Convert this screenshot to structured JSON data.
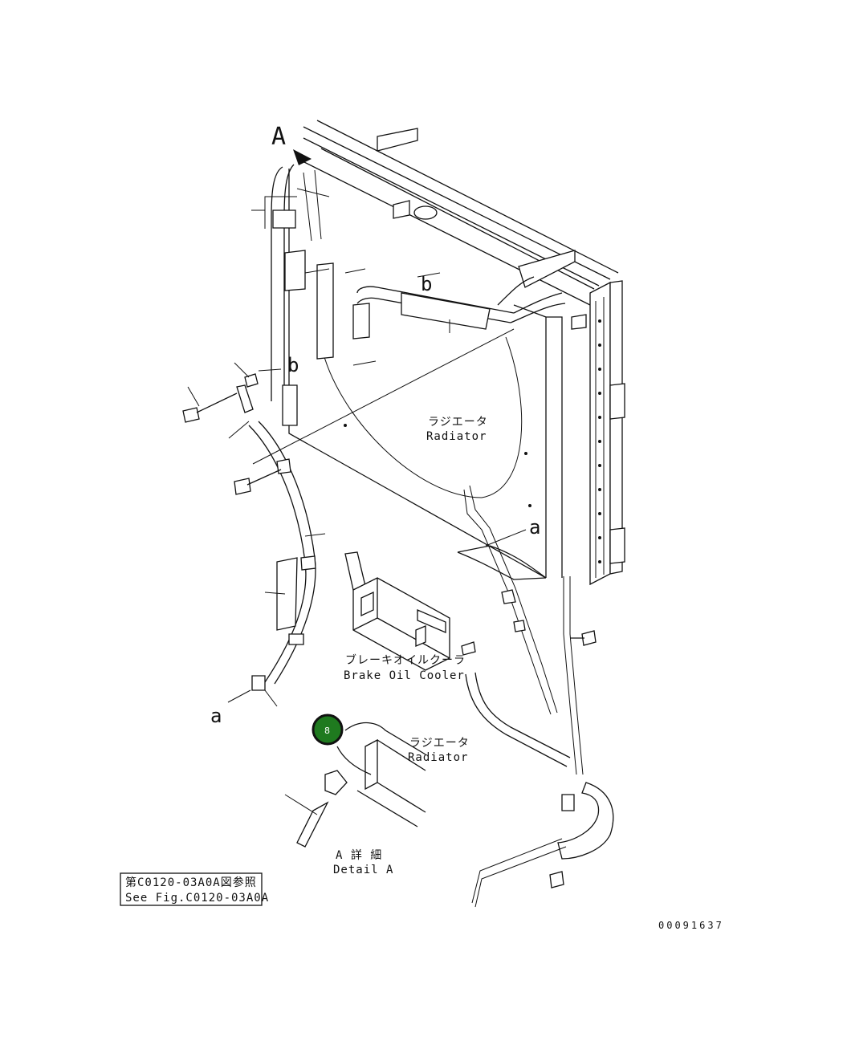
{
  "labels": {
    "view_a": "A",
    "ref_b_upper": "b",
    "ref_b_lower": "b",
    "ref_a_right": "a",
    "ref_a_left": "a",
    "radiator_jp": "ラジエータ",
    "radiator_en": "Radiator",
    "brake_cooler_jp": "ブレーキオイルクーラ",
    "brake_cooler_en": "Brake Oil Cooler",
    "detail_radiator_jp": "ラジエータ",
    "detail_radiator_en": "Radiator",
    "detail_jp": "A 詳 細",
    "detail_en": "Detail A",
    "ref_box_jp": "第C0120-03A0A図参照",
    "ref_box_en": "See Fig.C0120-03A0A",
    "drawing_no": "00091637"
  },
  "marker": {
    "number": "8",
    "color": "#1f7a1f"
  }
}
